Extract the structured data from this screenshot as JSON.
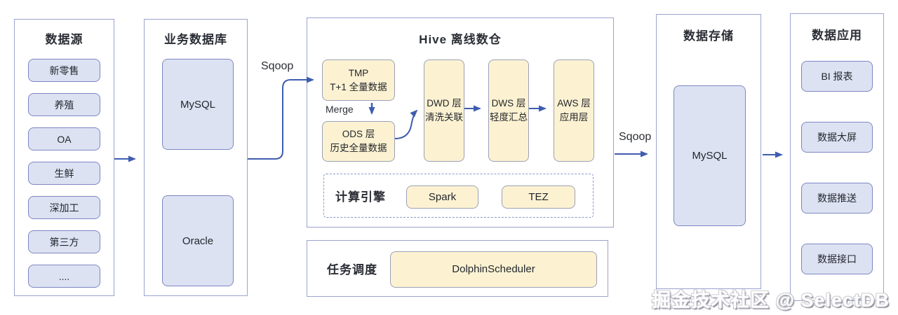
{
  "datasource": {
    "title": "数据源",
    "items": [
      "新零售",
      "养殖",
      "OA",
      "生鲜",
      "深加工",
      "第三方",
      "...."
    ]
  },
  "bizdb": {
    "title": "业务数据库",
    "db1": "MySQL",
    "db2": "Oracle"
  },
  "sqoop_in": "Sqoop",
  "hive": {
    "title": "Hive 离线数仓",
    "tmp": {
      "line1": "TMP",
      "line2": "T+1 全量数据"
    },
    "merge": "Merge",
    "ods": {
      "line1": "ODS 层",
      "line2": "历史全量数据"
    },
    "dwd": {
      "line1": "DWD 层",
      "line2": "清洗关联"
    },
    "dws": {
      "line1": "DWS 层",
      "line2": "轻度汇总"
    },
    "aws": {
      "line1": "AWS 层",
      "line2": "应用层"
    },
    "engine": {
      "label": "计算引擎",
      "spark": "Spark",
      "tez": "TEZ"
    }
  },
  "scheduler": {
    "label": "任务调度",
    "tool": "DolphinScheduler"
  },
  "sqoop_out": "Sqoop",
  "storage": {
    "title": "数据存储",
    "db": "MySQL"
  },
  "apps": {
    "title": "数据应用",
    "items": [
      "BI 报表",
      "数据大屏",
      "数据推送",
      "数据接口"
    ]
  },
  "watermark": "掘金技术社区 @ SelectDB",
  "colors": {
    "lavender_fill": "#dde2f3",
    "lavender_border": "#7d86c2",
    "cream_fill": "#fcf2d2",
    "cream_border": "#9aa0b5",
    "container_border": "#9aa3d0",
    "arrow": "#3f5db0"
  }
}
